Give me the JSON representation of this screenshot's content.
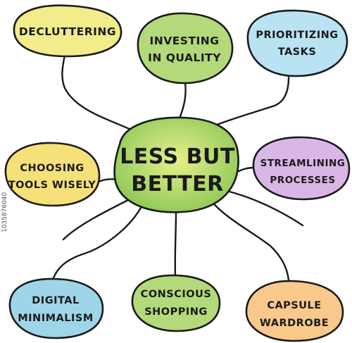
{
  "center": {
    "lines": [
      "LESS BUT",
      "BETTER"
    ],
    "fill": "#a9d46a"
  },
  "nodes": [
    {
      "id": "decluttering",
      "lines": [
        "DECLUTTERING"
      ],
      "fill": "#f2ec8a"
    },
    {
      "id": "investing",
      "lines": [
        "INVESTING",
        "IN QUALITY"
      ],
      "fill": "#b4d97a"
    },
    {
      "id": "prioritizing",
      "lines": [
        "PRIORITIZING",
        "TASKS"
      ],
      "fill": "#b9e2f2"
    },
    {
      "id": "choosing",
      "lines": [
        "CHOOSING",
        "TOOLS WISELY"
      ],
      "fill": "#f5e07a"
    },
    {
      "id": "streamlining",
      "lines": [
        "STREAMLINING",
        "PROCESSES"
      ],
      "fill": "#d9b6e6"
    },
    {
      "id": "digital",
      "lines": [
        "DIGITAL",
        "MINIMALISM"
      ],
      "fill": "#9ed5e9"
    },
    {
      "id": "conscious",
      "lines": [
        "CONSCIOUS",
        "SHOPPING"
      ],
      "fill": "#b4d97a"
    },
    {
      "id": "capsule",
      "lines": [
        "CAPSULE",
        "WARDROBE"
      ],
      "fill": "#f8c98b"
    }
  ],
  "watermark": "1035876040"
}
